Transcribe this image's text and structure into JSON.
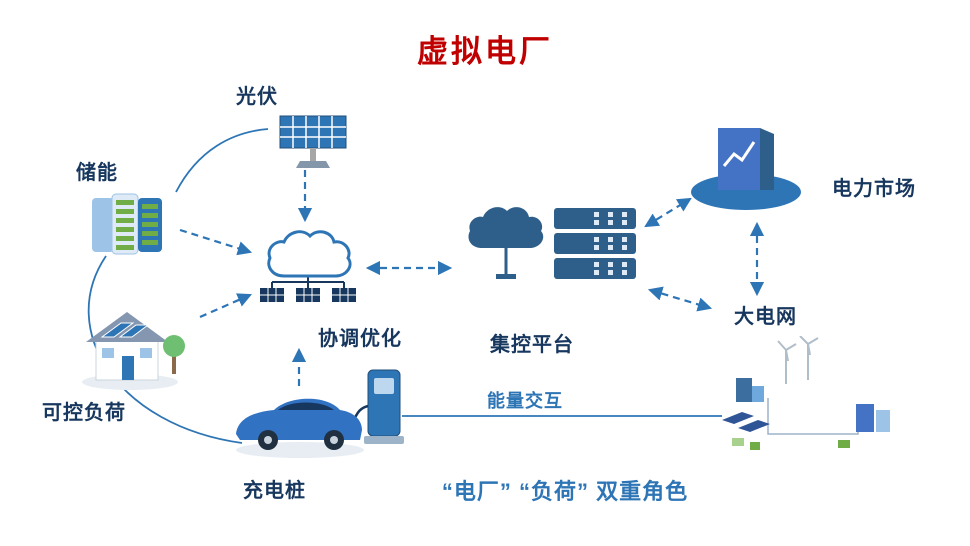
{
  "title": "虚拟电厂",
  "nodes": {
    "pv": {
      "label": "光伏"
    },
    "storage": {
      "label": "储能"
    },
    "load": {
      "label": "可控负荷"
    },
    "charger": {
      "label": "充电桩"
    },
    "coordination": {
      "label": "协调优化"
    },
    "platform": {
      "label": "集控平台"
    },
    "market": {
      "label": "电力市场"
    },
    "grid": {
      "label": "大电网"
    }
  },
  "labels": {
    "energy_exchange": "能量交互",
    "bottom_caption": "“电厂” “负荷” 双重角色"
  },
  "colors": {
    "title": "#C00000",
    "node_label": "#17375E",
    "accent_blue": "#2E75B6",
    "dark_blue": "#17375E",
    "light_blue": "#9DC3E6",
    "green": "#70AD47"
  },
  "icons": {
    "pv": "solar-panel-icon",
    "storage": "battery-storage-icon",
    "load": "house-icon",
    "charger": "ev-car-charger-icon",
    "coordination": "cloud-modules-icon",
    "platform": "cloud-server-icon",
    "market": "market-building-icon",
    "grid": "power-grid-icon"
  }
}
